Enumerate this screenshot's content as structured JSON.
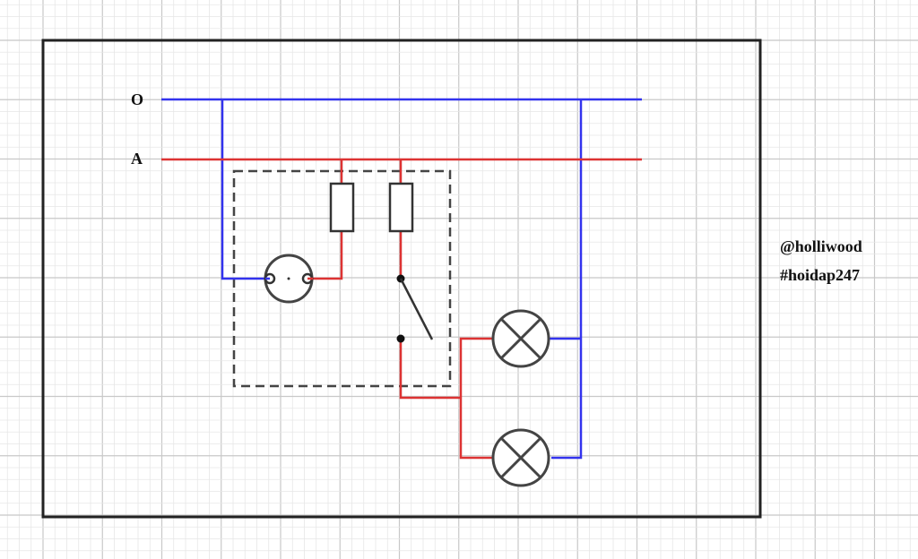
{
  "diagram": {
    "labels": {
      "neutral": "O",
      "phase": "A"
    },
    "watermark": {
      "line1": "@holliwood",
      "line2": "#hoidap247"
    }
  },
  "colors": {
    "neutral_wire": "#3333ee",
    "phase_wire": "#dd3333",
    "component": "#444444",
    "frame": "#222222",
    "grid_major": "#c8c8c8",
    "grid_minor": "#e6e6e6",
    "background": "#ffffff"
  },
  "components": [
    "fuse",
    "fuse",
    "socket",
    "switch",
    "lamp",
    "lamp"
  ]
}
